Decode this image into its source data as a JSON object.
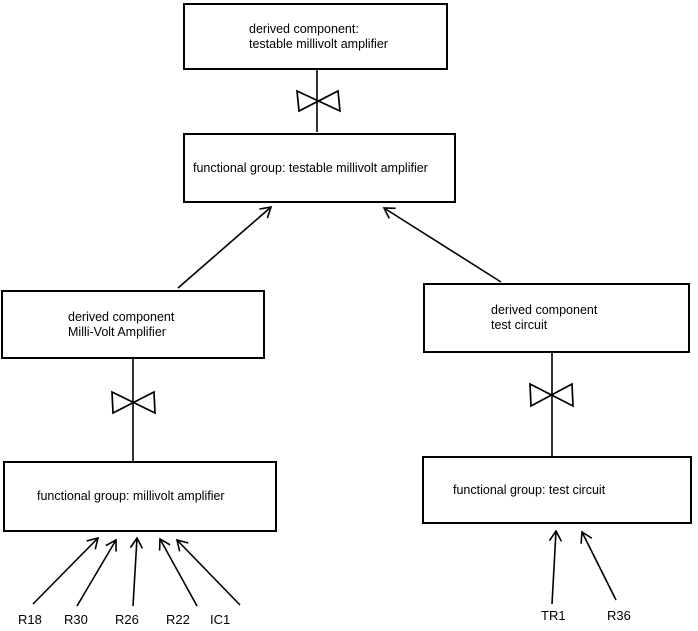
{
  "diagram": {
    "background": "#ffffff",
    "ink": "#000000",
    "nodes": {
      "top": {
        "line1": "derived component:",
        "line2": "testable millivolt amplifier"
      },
      "fg_testable": {
        "line1": "functional group: testable millivolt amplifier"
      },
      "dc_mva": {
        "line1": "derived component",
        "line2": "Milli-Volt Amplifier"
      },
      "dc_test": {
        "line1": "derived component",
        "line2": "test circuit"
      },
      "fg_mva": {
        "line1": "functional group: millivolt amplifier"
      },
      "fg_test": {
        "line1": "functional group: test circuit"
      }
    },
    "components": {
      "left": [
        "R18",
        "R30",
        "R26",
        "R22",
        "IC1"
      ],
      "right": [
        "TR1",
        "R36"
      ]
    },
    "relations": {
      "bowtie_links": [
        {
          "parent": "top",
          "child": "fg_testable"
        },
        {
          "parent": "dc_mva",
          "child": "fg_mva"
        },
        {
          "parent": "dc_test",
          "child": "fg_test"
        }
      ],
      "arrows": [
        {
          "from": "dc_mva",
          "to": "fg_testable"
        },
        {
          "from": "dc_test",
          "to": "fg_testable"
        },
        {
          "from": "R18",
          "to": "fg_mva"
        },
        {
          "from": "R30",
          "to": "fg_mva"
        },
        {
          "from": "R26",
          "to": "fg_mva"
        },
        {
          "from": "R22",
          "to": "fg_mva"
        },
        {
          "from": "IC1",
          "to": "fg_mva"
        },
        {
          "from": "TR1",
          "to": "fg_test"
        },
        {
          "from": "R36",
          "to": "fg_test"
        }
      ]
    }
  }
}
